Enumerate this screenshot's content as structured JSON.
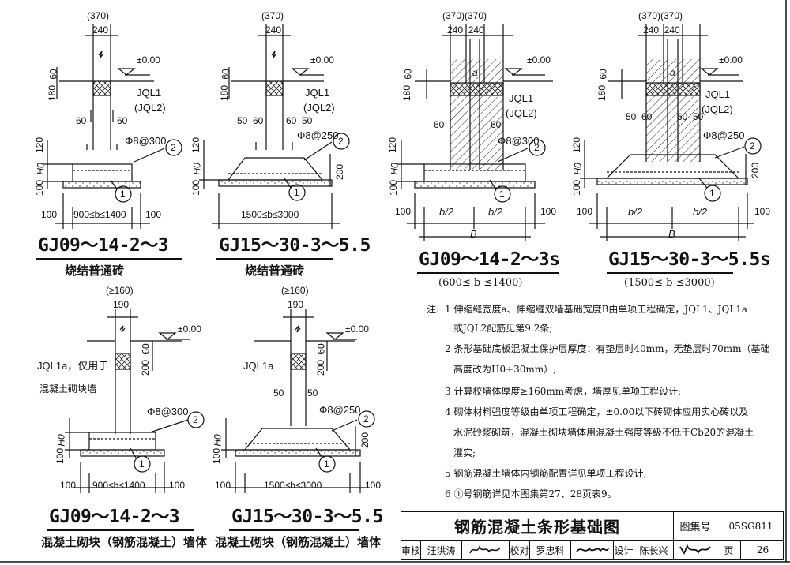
{
  "details": [
    {
      "code": "GJ09～14-2～3",
      "caption": "烧结普通砖",
      "width_range": "900≤b≤1400",
      "wall_dim_top": "(370)",
      "wall_dim": "240",
      "elev": "±0.00",
      "beam": "JQL1",
      "beam_alt": "(JQL2)",
      "dims_left": [
        "180",
        "60"
      ],
      "side_dims": [
        "60",
        "60"
      ],
      "height_dims": [
        "120",
        "H0",
        "100"
      ],
      "rebar": "Φ8@300",
      "marker_top": "2",
      "marker_bottom": "1",
      "bottom_dims": [
        "100",
        "100"
      ]
    },
    {
      "code": "GJ15～30-3～5.5",
      "caption": "烧结普通砖",
      "width_range": "1500≤b≤3000",
      "wall_dim_top": "(370)",
      "wall_dim": "240",
      "elev": "±0.00",
      "beam": "JQL1",
      "beam_alt": "(JQL2)",
      "dims_left": [
        "180",
        "60"
      ],
      "side_dims": [
        "50",
        "60",
        "60",
        "50"
      ],
      "height_dims": [
        "120",
        "H0",
        "100"
      ],
      "rebar": "Φ8@250",
      "marker_top": "2",
      "marker_bottom": "1",
      "right_dim": "200"
    },
    {
      "code": "GJ09～14-2～3s",
      "range": "(600≤ b ≤1400)",
      "wall_dim_top": "(370)(370)",
      "wall_dim": "240  240",
      "elev": "±0.00",
      "beam": "JQL1",
      "beam_alt": "(JQL2)",
      "dims_left": [
        "180",
        "60"
      ],
      "side_dims": [
        "60",
        "60"
      ],
      "height_dims": [
        "120",
        "H0",
        "100"
      ],
      "rebar": "Φ8@300",
      "marker_top": "2",
      "marker_bottom": "1",
      "half": "b/2",
      "total": "B",
      "joint": "a",
      "bottom_dims": [
        "100",
        "100"
      ]
    },
    {
      "code": "GJ15～30-3～5.5s",
      "range": "(1500≤ b ≤3000)",
      "wall_dim_top": "(370)(370)",
      "wall_dim": "240  240",
      "elev": "±0.00",
      "beam": "JQL1",
      "beam_alt": "(JQL2)",
      "dims_left": [
        "180",
        "60"
      ],
      "side_dims": [
        "50",
        "60",
        "60",
        "50"
      ],
      "height_dims": [
        "120",
        "H0",
        "100"
      ],
      "rebar": "Φ8@250",
      "marker_top": "2",
      "marker_bottom": "1",
      "half": "b/2",
      "total": "B",
      "joint": "a",
      "right_dim": "200",
      "bottom_dims": [
        "100",
        "100"
      ]
    },
    {
      "code": "GJ09～14-2～3",
      "caption": "混凝土砌块（钢筋混凝土）墙体",
      "width_range": "900≤b≤1400",
      "wall_dim_top": "(≥160)",
      "wall_dim": "190",
      "elev": "±0.00",
      "beam": "JQL1a，仅用于",
      "beam_note": "混凝土砌块墙",
      "dims_right": [
        "60",
        "200"
      ],
      "height_dims": [
        "H0",
        "100"
      ],
      "rebar": "Φ8@300",
      "marker_top": "2",
      "marker_bottom": "1",
      "bottom_dims": [
        "100",
        "100"
      ]
    },
    {
      "code": "GJ15～30-3～5.5",
      "caption": "混凝土砌块（钢筋混凝土）墙体",
      "width_range": "1500≤b≤3000",
      "wall_dim_top": "(≥160)",
      "wall_dim": "190",
      "elev": "±0.00",
      "beam": "JQL1a",
      "dims_right": [
        "60",
        "200"
      ],
      "side_dims": [
        "50",
        "50"
      ],
      "height_dims": [
        "H0",
        "100"
      ],
      "rebar": "Φ8@250",
      "marker_top": "2",
      "marker_bottom": "1",
      "right_dim": "200",
      "bottom_dims": [
        "100",
        "100"
      ]
    }
  ],
  "notes": {
    "prefix": "注:",
    "lines": [
      "1 伸缩缝宽度a、伸缩缝双墙基础宽度B由单项工程确定，JQL1、JQL1a",
      "或JQL2配筋见第9.2条;",
      "2 条形基础底板混凝土保护层厚度：有垫层时40mm，无垫层时70mm（基础",
      "高度改为H0+30mm）;",
      "3 计算校墙体厚度≥160mm考虑，墙厚见单项工程设计;",
      "4 砌体材料强度等级由单项工程确定，±0.00以下砖砌体应用实心砖以及",
      "水泥砂浆砌筑，混凝土砌块墙体用混凝土强度等级不低于Cb20的混凝土",
      "灌实;",
      "5 钢筋混凝土墙体内钢筋配置详见单项工程设计;",
      "6 ①号钢筋详见本图集第27、28页表9。"
    ]
  },
  "titleblock": {
    "title": "钢筋混凝土条形基础图",
    "atlas_label": "图集号",
    "atlas_no": "05SG811",
    "page_label": "页",
    "page_no": "26",
    "review_label": "审核",
    "reviewer": "汪洪涛",
    "check_label": "校对",
    "checker": "罗忠科",
    "design_label": "设计",
    "designer": "陈长兴"
  }
}
